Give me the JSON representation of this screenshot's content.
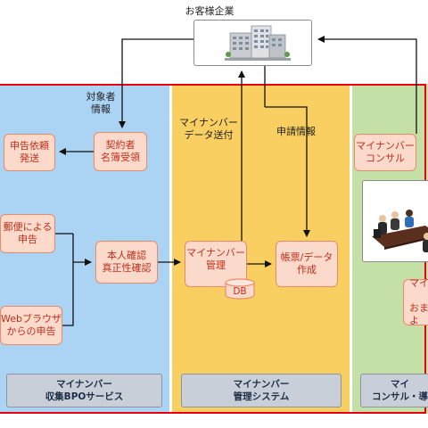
{
  "client": {
    "title": "お客様企業"
  },
  "labels": {
    "target_info": "対象者\n情報",
    "mynumber_send": "マイナンバー\nデータ送付",
    "application_info": "申請情報"
  },
  "nodes": {
    "request_sending": "申告依頼\n発送",
    "contractor_list": "契約者\n名簿受領",
    "postal_report": "郵便による\n申告",
    "identity_check": "本人確認\n真正性確認",
    "web_report": "Webブラウザ\nからの申告",
    "mynumber_mgmt": "マイナンバー\n管理",
    "form_data": "帳票/データ\n作成",
    "consult": "マイナンバー\nコンサル",
    "partial_box": "マイ\n\nおまよ"
  },
  "db_label": "DB",
  "services": {
    "bpo": "マイナンバー\n収集BPOサービス",
    "system": "マイナンバー\n管理システム",
    "consult": "マイ\nコンサル・導"
  },
  "colors": {
    "blue_zone": "#abd3f4",
    "yellow_zone": "#f8cf60",
    "green_zone": "#c5e0a6",
    "border_red": "#e60012",
    "node_fill": "#fbd9cb",
    "node_text": "#c0301c"
  }
}
